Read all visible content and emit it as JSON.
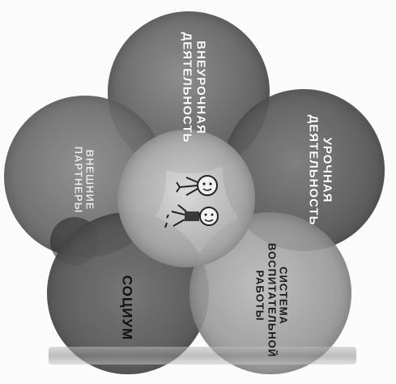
{
  "diagram": {
    "petals": {
      "top": "ВНЕУРОЧНАЯ ДЕЯТЕЛЬНОСТЬ",
      "right": "УРОЧНАЯ ДЕЯТЕЛЬНОСТЬ",
      "left": "ВНЕШНИЕ ПАРТНЕРЫ",
      "bottom_left": "СОЦИУМ",
      "bottom_right": "СИСТЕМА ВОСПИТАТЕЛЬНОЙ РАБОТЫ"
    },
    "center_image": "children-icon",
    "colors": {
      "petal_dark": "#4f4f4f",
      "petal_mid": "#6d6d6d",
      "petal_light": "#909090",
      "center": "#a9a9a9",
      "label_light": "#ffffff",
      "label_dark": "#111111"
    }
  }
}
